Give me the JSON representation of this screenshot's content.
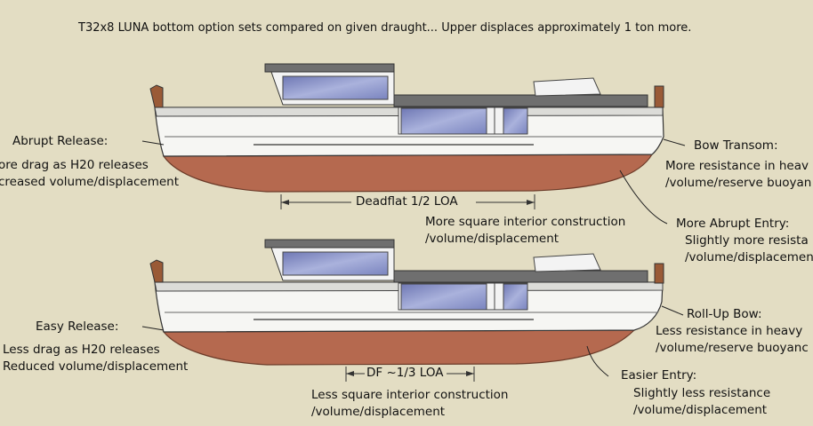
{
  "title": "T32x8 LUNA bottom option sets compared on given draught... Upper displaces approximately 1 ton more.",
  "upper": {
    "stern_label": "Abrupt Release:",
    "stern_note1": "ore drag as H20 releases",
    "stern_note2": "creased volume/displacement",
    "flat_label": "Deadflat 1/2 LOA",
    "interior_line1": "More square interior construction",
    "interior_line2": "/volume/displacement",
    "bow_label": "Bow Transom:",
    "bow_note1": "More resistance in heav",
    "bow_note2": "/volume/reserve buoyan",
    "entry_label": "More Abrupt Entry:",
    "entry_note1": "Slightly more resista",
    "entry_note2": "/volume/displacemen"
  },
  "lower": {
    "stern_label": "Easy Release:",
    "stern_note1": "Less drag as H20 releases",
    "stern_note2": "Reduced volume/displacement",
    "flat_label": "DF ~1/3 LOA",
    "interior_line1": "Less square interior construction",
    "interior_line2": "/volume/displacement",
    "bow_label": "Roll-Up Bow:",
    "bow_note1": "Less resistance in heavy",
    "bow_note2": "/volume/reserve buoyanc",
    "entry_label": "Easier Entry:",
    "entry_note1": "Slightly less resistance",
    "entry_note2": "/volume/displacement"
  },
  "colors": {
    "background": "#e3ddc3",
    "bottom_paint": "#b5694f",
    "hull_white": "#f6f6f3",
    "gunwale": "#dcdcd8",
    "cabin_grey": "#6f6f6f",
    "window_blue": "#8f98c8",
    "post_brown": "#9a5a36"
  }
}
